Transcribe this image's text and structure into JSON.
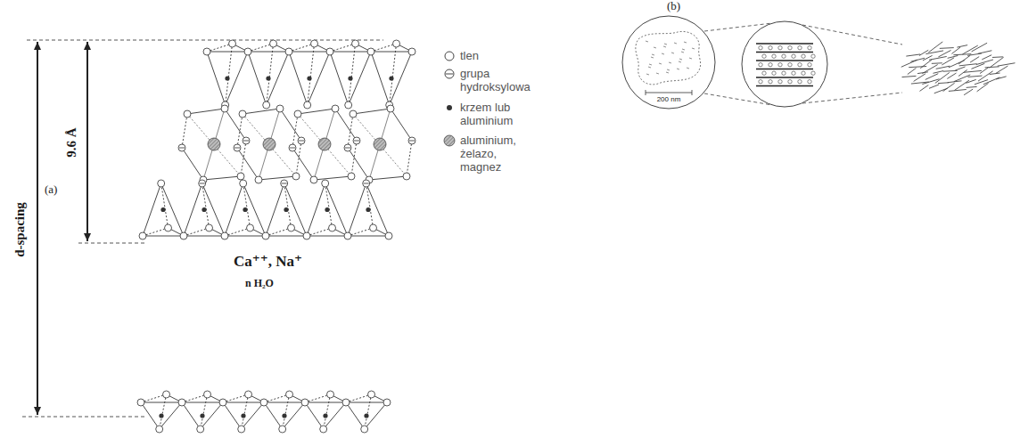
{
  "diagram": {
    "labels": [
      "(b)",
      "(a)",
      "d-spacing",
      "9.6 Å",
      "Ca⁺⁺, Na⁺",
      "n H₂O",
      "200 nm"
    ],
    "legend": [
      {
        "text": "tlen"
      },
      {
        "text": "grupa hydroksylowa"
      },
      {
        "text": "krzem lub aluminium"
      },
      {
        "text": "aluminium, żelazo, magnez"
      }
    ]
  }
}
